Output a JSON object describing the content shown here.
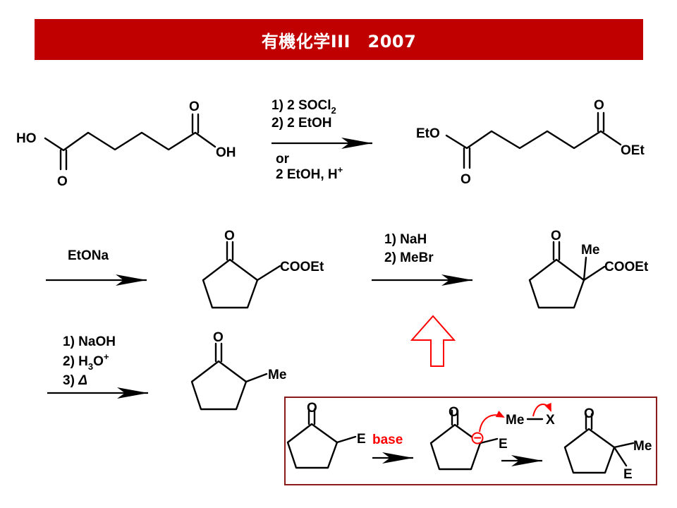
{
  "header": {
    "title": "有機化学III　2007",
    "color": "#c00000"
  },
  "compounds": {
    "adipic_acid": {
      "ho": "HO",
      "oh": "OH",
      "o_top": "O",
      "o_bottom": "O"
    },
    "diethyl_adipate": {
      "eto": "EtO",
      "oet": "OEt",
      "o_top": "O",
      "o_bottom": "O"
    },
    "keto_ester": {
      "o": "O",
      "ester": "COOEt"
    },
    "methyl_keto_ester": {
      "o": "O",
      "me": "Me",
      "ester": "COOEt"
    },
    "methyl_cyclopentanone": {
      "o": "O",
      "me": "Me"
    }
  },
  "steps": {
    "esterification": {
      "line1": "1) 2 SOCl",
      "line1_sub": "2",
      "line2": "2) 2 EtOH",
      "line3": "or",
      "line4": "2 EtOH, H",
      "line4_sup": "+"
    },
    "dieckmann": {
      "reagent": "EtONa"
    },
    "alkylation": {
      "line1": "1) NaH",
      "line2": "2) MeBr"
    },
    "decarboxylation": {
      "line1": "1) NaOH",
      "line2_a": "2) H",
      "line2_sub": "3",
      "line2_b": "O",
      "line2_sup": "+",
      "line3_a": "3) ",
      "line3_b": "Δ"
    }
  },
  "mechanism_box": {
    "border_color": "#8b1a1a",
    "start": {
      "o": "O",
      "e": "E"
    },
    "base_label": "base",
    "base_color": "#ff0000",
    "enolate": {
      "o": "O",
      "e": "E",
      "charge": "−"
    },
    "electrophile": {
      "me": "Me",
      "x": "X"
    },
    "product": {
      "o": "O",
      "me": "Me",
      "e": "E"
    },
    "curved_arrow_color": "#ff0000"
  },
  "block_arrow_color": "#ff0000"
}
